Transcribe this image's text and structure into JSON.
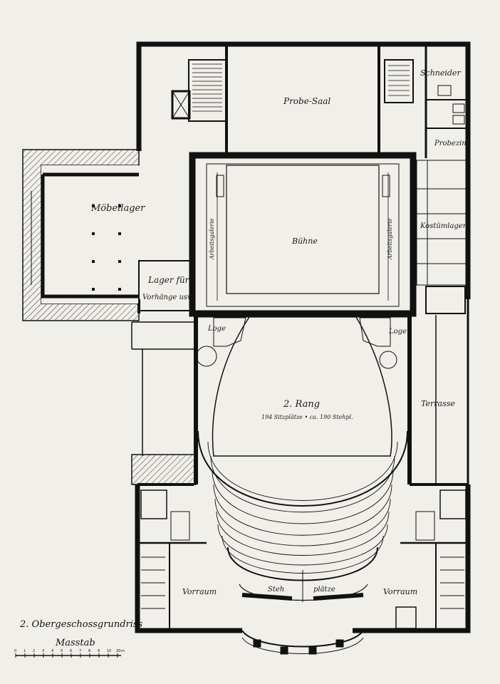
{
  "labels": {
    "probesaal": "Probe-Saal",
    "schneider": "Schneider",
    "probezim": "Probezim",
    "moebellager": "Möbellager",
    "buehne": "Bühne",
    "arbeitsgalerie_l": "Arbeitsgalerie",
    "arbeitsgalerie_r": "Arbeitsgalerie",
    "kostuemlager": "Kostümlager",
    "lager_fuer": "Lager für",
    "vorhaenge": "Vorhänge usw.",
    "loge_l": "Loge",
    "loge_r": "Loge",
    "rang": "2. Rang",
    "rang_sub": "194 Sitzplätze • ca. 190 Stehpl.",
    "terrasse": "Terrasse",
    "vorraum_l": "Vorraum",
    "vorraum_r": "Vorraum",
    "steh": "Steh",
    "plaetze": "plätze"
  },
  "title": "2. Obergeschossgrundriss",
  "scale_label": "Masstab",
  "scale_ticks": [
    "0",
    "1",
    "2",
    "3",
    "4",
    "5",
    "6",
    "7",
    "8",
    "9",
    "10",
    "20"
  ],
  "scale_unit": "m"
}
